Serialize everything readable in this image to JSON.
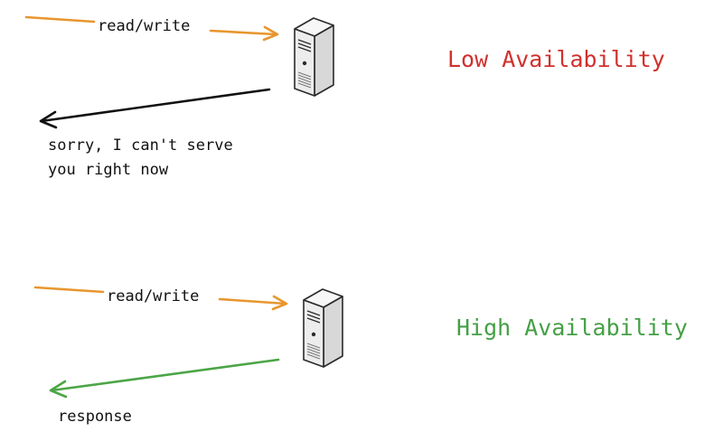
{
  "low_section": {
    "request_label": "read/write",
    "reply_line1": "sorry, I can't serve",
    "reply_line2": "you right now",
    "title": "Low Availability"
  },
  "high_section": {
    "request_label": "read/write",
    "reply_label": "response",
    "title": "High Availability"
  },
  "colors": {
    "request_arrow": "#E8962E",
    "low_reply_arrow": "#111111",
    "high_reply_arrow": "#4CA546",
    "low_title": "#D0312D",
    "high_title": "#45A046",
    "server_body": "#F0F0F0",
    "server_outline": "#2A2A2A"
  },
  "icons": {
    "server": "server-tower-icon"
  }
}
